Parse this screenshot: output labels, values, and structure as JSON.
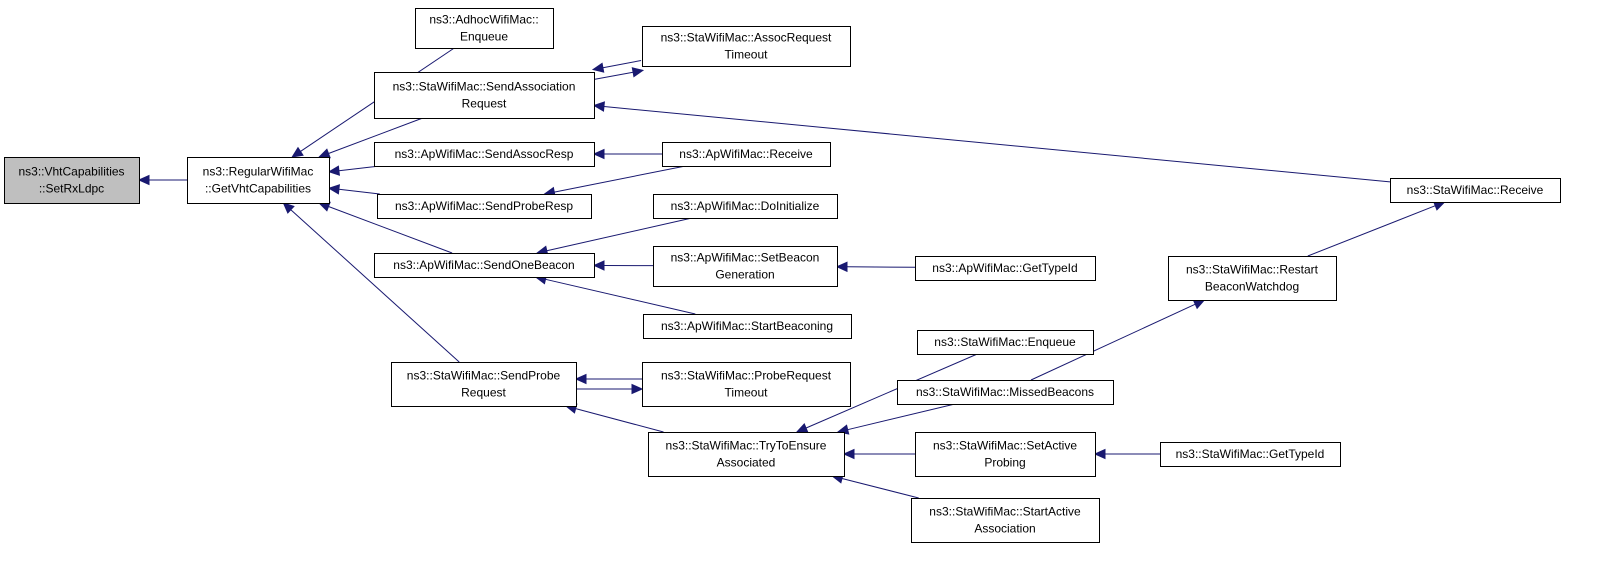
{
  "diagram": {
    "type": "call-graph",
    "colors": {
      "edge": "#191970",
      "root_fill": "#bfbfbf",
      "node_fill": "#ffffff",
      "node_border": "#000000"
    },
    "nodes": [
      {
        "id": "vht",
        "lines": [
          "ns3::VhtCapabilities",
          "::SetRxLdpc"
        ],
        "root": true
      },
      {
        "id": "regular",
        "lines": [
          "ns3::RegularWifiMac",
          "::GetVhtCapabilities"
        ]
      },
      {
        "id": "adhoc",
        "lines": [
          "ns3::AdhocWifiMac::",
          "Enqueue"
        ]
      },
      {
        "id": "sendassoc",
        "lines": [
          "ns3::StaWifiMac::SendAssociation",
          "Request"
        ]
      },
      {
        "id": "assoctimeout",
        "lines": [
          "ns3::StaWifiMac::AssocRequest",
          "Timeout"
        ]
      },
      {
        "id": "sendassocresp",
        "lines": [
          "ns3::ApWifiMac::SendAssocResp"
        ]
      },
      {
        "id": "apreceive",
        "lines": [
          "ns3::ApWifiMac::Receive"
        ]
      },
      {
        "id": "stareceive",
        "lines": [
          "ns3::StaWifiMac::Receive"
        ]
      },
      {
        "id": "sendproberesp",
        "lines": [
          "ns3::ApWifiMac::SendProbeResp"
        ]
      },
      {
        "id": "doinit",
        "lines": [
          "ns3::ApWifiMac::DoInitialize"
        ]
      },
      {
        "id": "sendonebeacon",
        "lines": [
          "ns3::ApWifiMac::SendOneBeacon"
        ]
      },
      {
        "id": "setbeacongen",
        "lines": [
          "ns3::ApWifiMac::SetBeacon",
          "Generation"
        ]
      },
      {
        "id": "apgettypeid",
        "lines": [
          "ns3::ApWifiMac::GetTypeId"
        ]
      },
      {
        "id": "startbeaconing",
        "lines": [
          "ns3::ApWifiMac::StartBeaconing"
        ]
      },
      {
        "id": "restartwatchdog",
        "lines": [
          "ns3::StaWifiMac::Restart",
          "BeaconWatchdog"
        ]
      },
      {
        "id": "staenqueue",
        "lines": [
          "ns3::StaWifiMac::Enqueue"
        ]
      },
      {
        "id": "missedbeacons",
        "lines": [
          "ns3::StaWifiMac::MissedBeacons"
        ]
      },
      {
        "id": "sendprobereq",
        "lines": [
          "ns3::StaWifiMac::SendProbe",
          "Request"
        ]
      },
      {
        "id": "probereqtimeout",
        "lines": [
          "ns3::StaWifiMac::ProbeRequest",
          "Timeout"
        ]
      },
      {
        "id": "trytoensure",
        "lines": [
          "ns3::StaWifiMac::TryToEnsure",
          "Associated"
        ]
      },
      {
        "id": "setactiveprobing",
        "lines": [
          "ns3::StaWifiMac::SetActive",
          "Probing"
        ]
      },
      {
        "id": "stagettypeid",
        "lines": [
          "ns3::StaWifiMac::GetTypeId"
        ]
      },
      {
        "id": "startactiveassoc",
        "lines": [
          "ns3::StaWifiMac::StartActive",
          "Association"
        ]
      }
    ],
    "edges": [
      {
        "from": "regular",
        "to": "vht"
      },
      {
        "from": "adhoc",
        "to": "regular"
      },
      {
        "from": "sendassoc",
        "to": "regular"
      },
      {
        "from": "sendassocresp",
        "to": "regular"
      },
      {
        "from": "sendproberesp",
        "to": "regular"
      },
      {
        "from": "sendonebeacon",
        "to": "regular"
      },
      {
        "from": "sendprobereq",
        "to": "regular"
      },
      {
        "from": "assoctimeout",
        "to": "sendassoc"
      },
      {
        "from": "sendassoc",
        "to": "assoctimeout"
      },
      {
        "from": "stareceive",
        "to": "sendassoc"
      },
      {
        "from": "apreceive",
        "to": "sendassocresp"
      },
      {
        "from": "apreceive",
        "to": "sendproberesp"
      },
      {
        "from": "doinit",
        "to": "sendonebeacon"
      },
      {
        "from": "setbeacongen",
        "to": "sendonebeacon"
      },
      {
        "from": "startbeaconing",
        "to": "sendonebeacon"
      },
      {
        "from": "apgettypeid",
        "to": "setbeacongen"
      },
      {
        "from": "restartwatchdog",
        "to": "stareceive"
      },
      {
        "from": "missedbeacons",
        "to": "restartwatchdog"
      },
      {
        "from": "sendprobereq",
        "to": "probereqtimeout"
      },
      {
        "from": "probereqtimeout",
        "to": "sendprobereq"
      },
      {
        "from": "trytoensure",
        "to": "sendprobereq"
      },
      {
        "from": "staenqueue",
        "to": "trytoensure"
      },
      {
        "from": "missedbeacons",
        "to": "trytoensure"
      },
      {
        "from": "setactiveprobing",
        "to": "trytoensure"
      },
      {
        "from": "startactiveassoc",
        "to": "trytoensure"
      },
      {
        "from": "stagettypeid",
        "to": "setactiveprobing"
      }
    ]
  }
}
